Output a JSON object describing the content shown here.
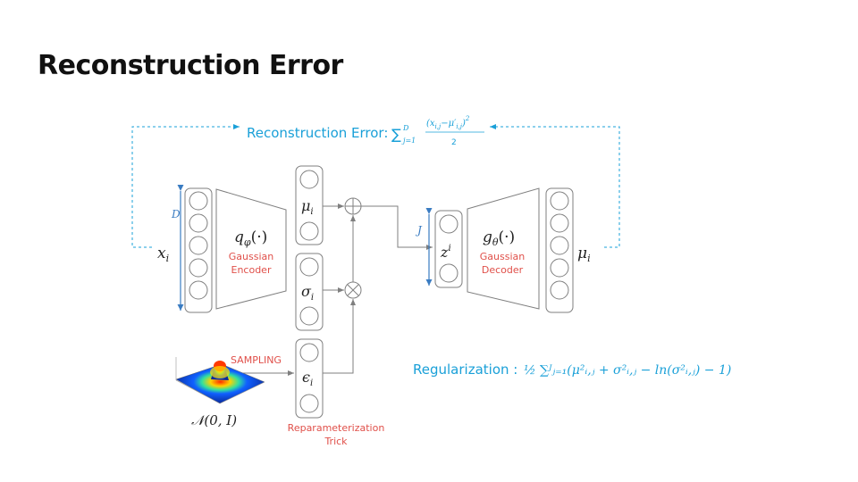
{
  "title": "Reconstruction Error",
  "diagram": {
    "recon_label": "Reconstruction Error: ",
    "recon_sum": "∑",
    "recon_sum_sup": "D",
    "recon_sum_sub": "j=1",
    "recon_numerator": "(x",
    "recon_num_sub": "i,j",
    "recon_num_minus": "−μ′",
    "recon_num_sub2": "i,j",
    "recon_num_close": ")",
    "recon_num_exp": "2",
    "recon_denominator": "2",
    "input_label": "x",
    "input_sub": "i",
    "dim_D": "D",
    "dim_J": "J",
    "encoder_func": "q",
    "encoder_func_sub": "φ",
    "encoder_func_arg": "(·)",
    "encoder_line1": "Gaussian",
    "encoder_line2": "Encoder",
    "mu_label": "μ",
    "mu_sub": "i",
    "sigma_label": "σ",
    "sigma_sub": "i",
    "eps_label": "ϵ",
    "eps_sub": "i",
    "z_label": "z",
    "z_sup": "i",
    "decoder_func": "g",
    "decoder_func_sub": "θ",
    "decoder_func_arg": "(·)",
    "decoder_line1": "Gaussian",
    "decoder_line2": "Decoder",
    "output_label": "μ",
    "output_sub": "i",
    "sampling_label": "SAMPLING",
    "normal_label": "𝒩(0, I)",
    "reparam_line1": "Reparameterization",
    "reparam_line2": "Trick",
    "reg_label": "Regularization : ",
    "reg_formula": "½ ∑ᴶⱼ₌₁(μ²ᵢ,ⱼ + σ²ᵢ,ⱼ − ln(σ²ᵢ,ⱼ) − 1)"
  },
  "colors": {
    "accent_blue": "#1aa0d8",
    "accent_red": "#e0504a",
    "line_gray": "#7f7f7f",
    "dim_blue": "#3a7cc2"
  }
}
